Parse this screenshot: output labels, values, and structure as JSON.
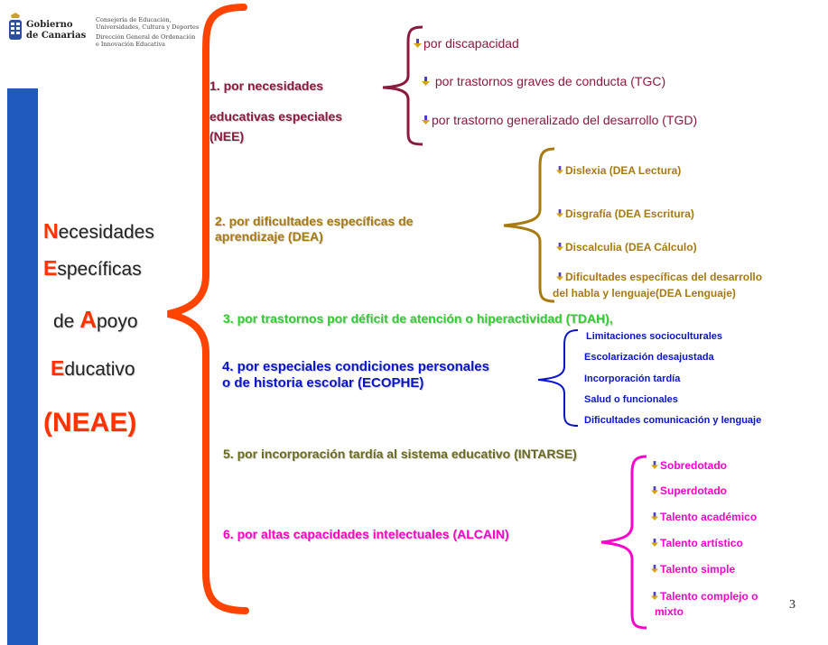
{
  "header": {
    "logo_line1": "Gobierno",
    "logo_line2": "de Canarias",
    "dept_line1": "Consejería de Educación,",
    "dept_line2": "Universidades, Cultura y Deportes",
    "dept_line3": "Dirección General de Ordenación",
    "dept_line4": "e Innovación Educativa"
  },
  "colors": {
    "blue_bar": "#1f5bbf",
    "neae_red": "#ff3300",
    "nee": "#8b1a3d",
    "dea": "#a67a10",
    "tdah": "#33cc33",
    "ecophe": "#0a14c8",
    "intarse": "#6b6b1f",
    "alcain": "#ff00cc"
  },
  "left_title": {
    "l1_cap": "N",
    "l1_rest": "ecesidades",
    "l2_cap": "E",
    "l2_rest": "specíficas",
    "l3_pre": "de ",
    "l3_cap": "A",
    "l3_rest": "poyo",
    "l4_cap": "E",
    "l4_rest": "ducativo",
    "acronym": "(NEAE)"
  },
  "categories": {
    "c1_line1": "1. por necesidades",
    "c1_line2": "educativas especiales",
    "c1_line3": "(NEE)",
    "c2_line1": "2. por dificultades específicas de",
    "c2_line2": "aprendizaje (DEA)",
    "c3": "3. por trastornos por déficit de atención o hiperactividad (TDAH),",
    "c4_line1": "4. por especiales condiciones personales",
    "c4_line2": "o de historia escolar (ECOPHE)",
    "c5": "5. por incorporación tardía al sistema educativo (INTARSE)",
    "c6": "6. por altas capacidades intelectuales (ALCAIN)"
  },
  "nee_items": [
    "por  discapacidad",
    " por trastornos graves de conducta (TGC)",
    "por trastorno generalizado del desarrollo (TGD)"
  ],
  "dea_items": [
    "Dislexia (DEA Lectura)",
    "Disgrafía (DEA Escritura)",
    "Discalculia (DEA Cálculo)",
    "Dificultades específicas del desarrollo",
    "del habla y lenguaje(DEA Lenguaje)"
  ],
  "ecophe_items": [
    "Limitaciones socioculturales",
    "Escolarización desajustada",
    "Incorporación tardía",
    "Salud o funcionales",
    "Dificultades comunicación  y lenguaje"
  ],
  "alcain_items": [
    "Sobredotado",
    "Superdotado",
    "Talento académico",
    "Talento artístico",
    "Talento simple",
    "Talento complejo o",
    "mixto"
  ],
  "page_number": "3"
}
